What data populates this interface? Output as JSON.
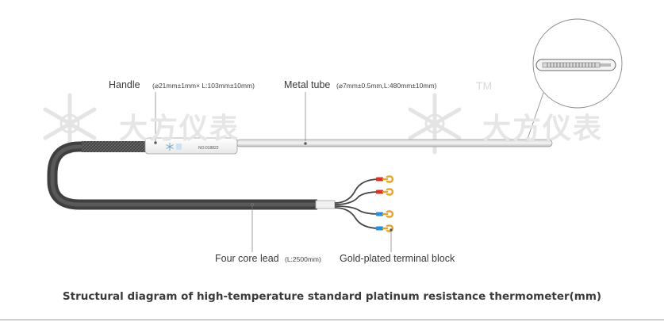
{
  "watermark": {
    "brand": "大方仪表",
    "trademark": "TM"
  },
  "labels": {
    "handle": {
      "name": "Handle",
      "spec": "(⌀21mm±1mm× L:103mm±10mm)"
    },
    "metal_tube": {
      "name": "Metal tube",
      "spec": "(⌀7mm±0.5mm,L:480mm±10mm)"
    },
    "lead": {
      "name": "Four core lead",
      "spec": "(L:2500mm)"
    },
    "terminal": {
      "name": "Gold-plated terminal block"
    }
  },
  "handle_text": {
    "serial": "NO:018822"
  },
  "caption": "Structural diagram of high-temperature standard platinum resistance thermometer(mm)",
  "colors": {
    "wire_red": "#d8342c",
    "wire_blue": "#2b8ed8",
    "terminal_gold": "#e6a52a",
    "lead": "#555555"
  }
}
